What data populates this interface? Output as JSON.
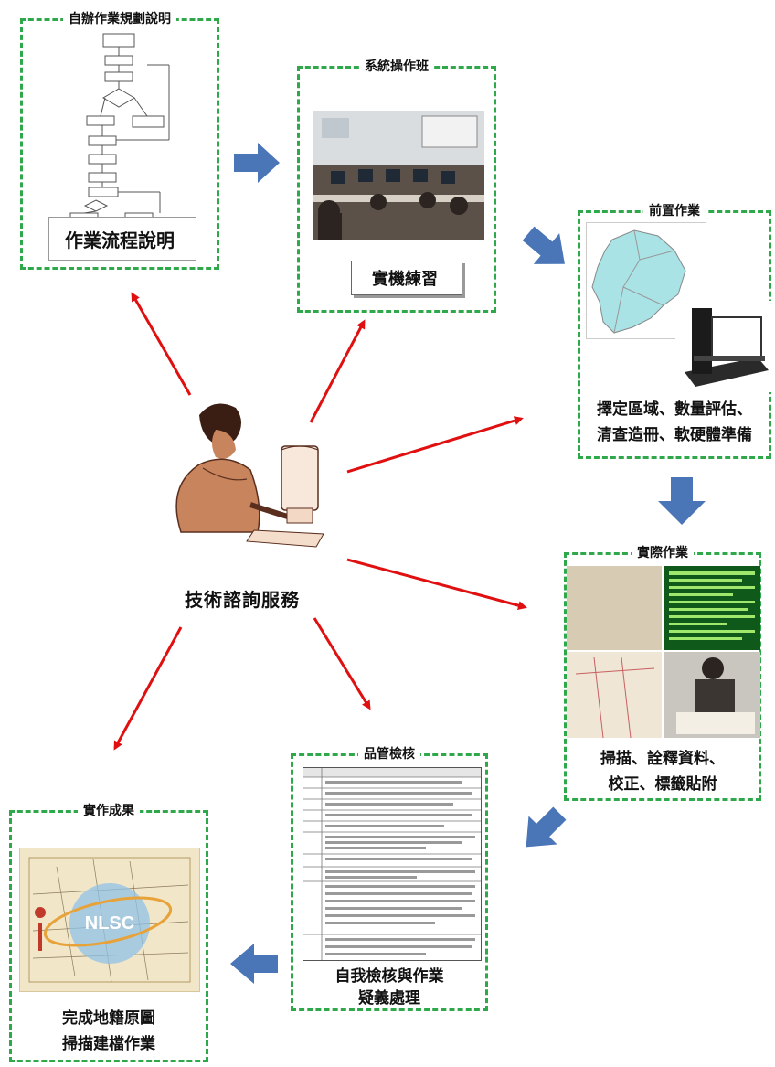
{
  "boxes": {
    "planning": {
      "title": "自辦作業規劃說明",
      "caption": "作業流程說明"
    },
    "training": {
      "title": "系統操作班",
      "caption": "實機練習"
    },
    "prep": {
      "title": "前置作業",
      "caption_line1": "擇定區域、數量評估、",
      "caption_line2": "清查造冊、軟硬體準備"
    },
    "actual": {
      "title": "實際作業",
      "caption_line1": "掃描、詮釋資料、",
      "caption_line2": "校正、標籤貼附"
    },
    "qc": {
      "title": "品管檢核",
      "caption_line1": "自我檢核與作業",
      "caption_line2": "疑義處理"
    },
    "result": {
      "title": "實作成果",
      "caption_line1": "完成地籍原圖",
      "caption_line2": "掃描建檔作業",
      "logo_text": "NLSC"
    }
  },
  "center": {
    "label": "技術諮詢服務"
  },
  "colors": {
    "dash_green": "#2ea84a",
    "flow_blue": "#4a76b8",
    "red": "#e01010"
  }
}
